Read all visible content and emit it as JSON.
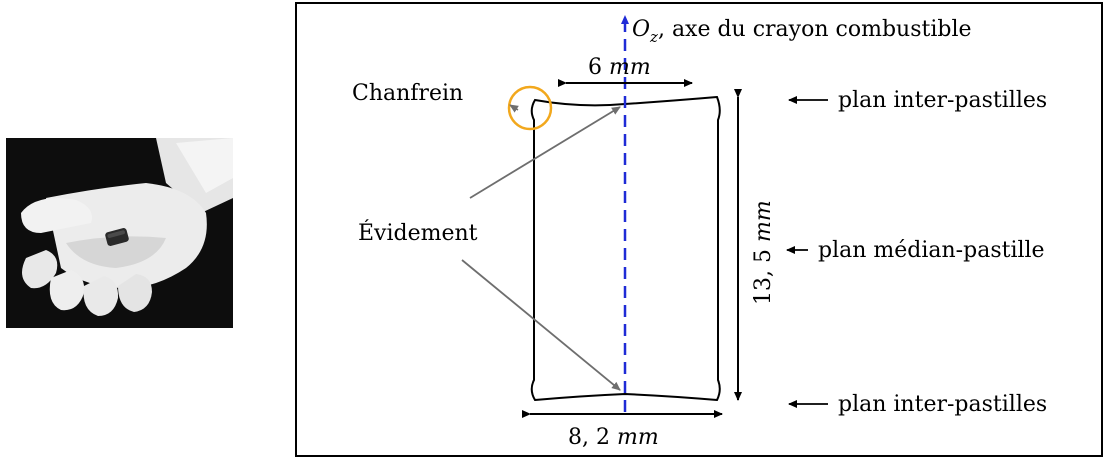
{
  "photo": {
    "description_icon": "gloved-hand-holding-fuel-pellet-icon"
  },
  "diagram": {
    "axis_label": {
      "symbol": "O",
      "subscript": "z",
      "text": ", axe du crayon combustible"
    },
    "top_width": {
      "number": "6",
      "unit": "mm"
    },
    "bottom_width": {
      "number": "8, 2",
      "unit": "mm"
    },
    "height": {
      "number": "13, 5",
      "unit": "mm"
    },
    "chamfer_label": "Chanfrein",
    "recess_label": "Évidement",
    "plane_top_label": "plan inter-pastilles",
    "plane_mid_label": "plan médian-pastille",
    "plane_bottom_label": "plan inter-pastilles",
    "colors": {
      "axis": "#1f2bd6",
      "chamfer_circle": "#f2a81d",
      "pointer": "#6e6e6e",
      "outline": "#000000"
    }
  }
}
